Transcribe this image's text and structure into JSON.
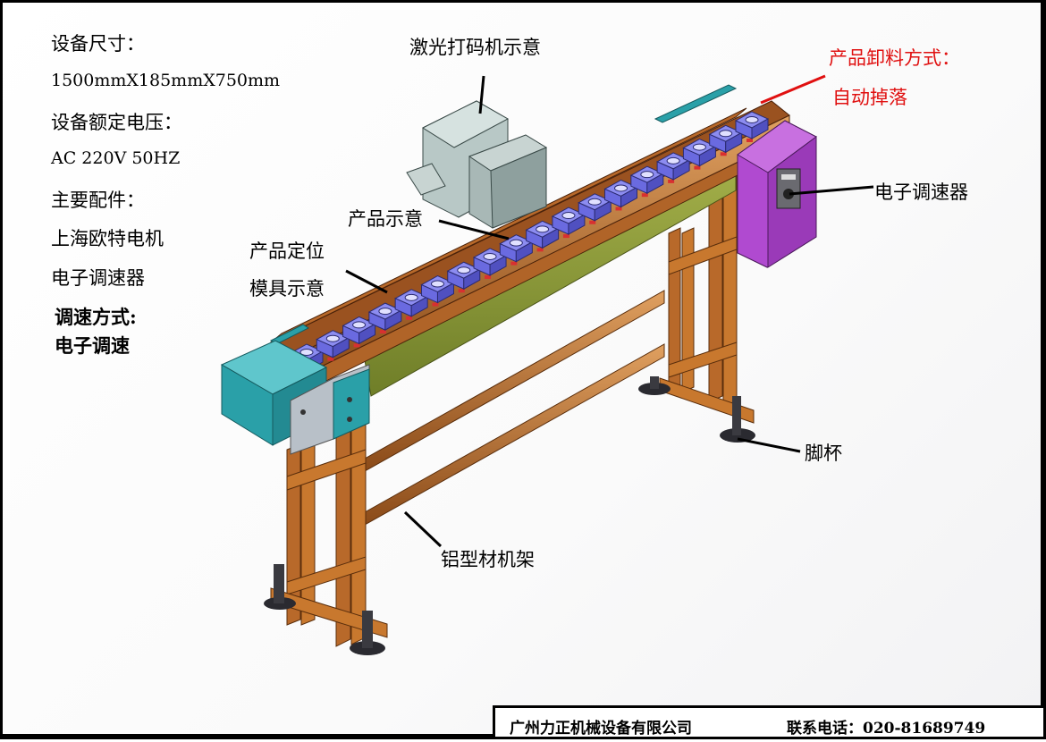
{
  "specs": {
    "size_label": "设备尺寸：",
    "size_value": "1500mmX185mmX750mm",
    "voltage_label": "设备额定电压：",
    "voltage_value": "AC 220V 50HZ",
    "parts_label": "主要配件：",
    "part_motor": "上海欧特电机",
    "part_governor": "电子调速器",
    "speed_mode_label": "调速方式:",
    "speed_mode_value": "电子调速"
  },
  "callouts": {
    "laser_marker": "激光打码机示意",
    "unload_title": "产品卸料方式：",
    "unload_value": "自动掉落",
    "speed_governor": "电子调速器",
    "product": "产品示意",
    "fixture_line1": "产品定位",
    "fixture_line2": "模具示意",
    "foot_cup": "脚杯",
    "aluminum_frame": "铝型材机架"
  },
  "footer": {
    "company": "广州力正机械设备有限公司",
    "contact": "联系电话：020-81689749"
  },
  "colors": {
    "frame_orange": "#c8782e",
    "belt_purple": "#6a6ae0",
    "fixture_red": "#d83030",
    "green_panel": "#8fa03a",
    "cyan_box": "#2aa0a8",
    "magenta_box": "#b04ad0",
    "laser_gray": "#b8c8c6",
    "red_text": "#e01010"
  }
}
